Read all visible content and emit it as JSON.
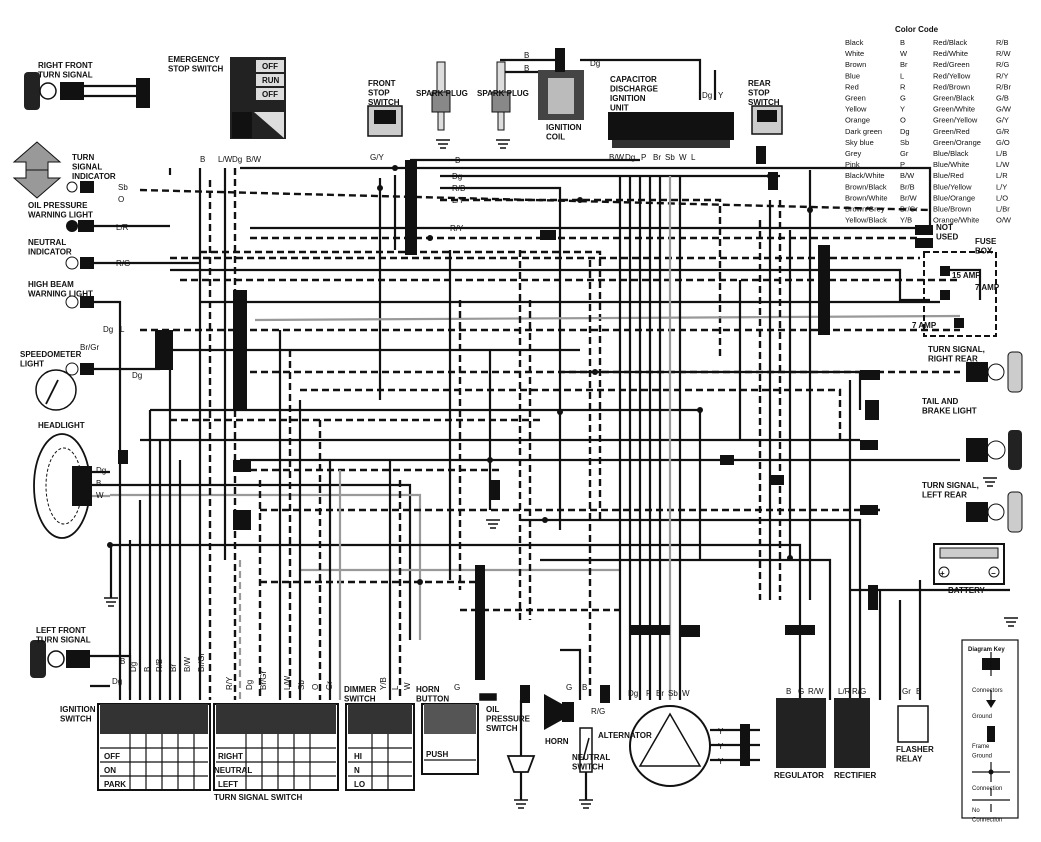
{
  "components": {
    "right_front_turn_signal": "RIGHT FRONT\nTURN SIGNAL",
    "emergency_stop_switch": "EMERGENCY\nSTOP SWITCH",
    "off": "OFF",
    "run": "RUN",
    "front_stop_switch": "FRONT\nSTOP\nSWITCH",
    "spark_plug": "SPARK PLUG",
    "ignition_coil": "IGNITION\nCOIL",
    "cdi_unit": "CAPACITOR\nDISCHARGE\nIGNITION\nUNIT",
    "rear_stop_switch": "REAR\nSTOP\nSWITCH",
    "turn_signal_indicator": "TURN\nSIGNAL\nINDICATOR",
    "oil_pressure_warning_light": "OIL PRESSURE\nWARNING LIGHT",
    "neutral_indicator": "NEUTRAL\nINDICATOR",
    "high_beam_warning_light": "HIGH BEAM\nWARNING LIGHT",
    "speedometer_light": "SPEEDOMETER\nLIGHT",
    "headlight": "HEADLIGHT",
    "not_used": "NOT\nUSED",
    "fuse_box": "FUSE\nBOX",
    "fuse_15": "15 AMP",
    "fuse_7a": "7 AMP",
    "fuse_7b": "7 AMP",
    "turn_signal_right_rear": "TURN SIGNAL,\nRIGHT REAR",
    "tail_brake_light": "TAIL AND\nBRAKE LIGHT",
    "turn_signal_left_rear": "TURN SIGNAL,\nLEFT REAR",
    "battery": "BATTERY",
    "left_front_turn_signal": "LEFT FRONT\nTURN SIGNAL",
    "ignition_switch": "IGNITION\nSWITCH",
    "turn_signal_switch": "TURN SIGNAL SWITCH",
    "dimmer_switch": "DIMMER\nSWITCH",
    "horn_button": "HORN\nBUTTON",
    "oil_pressure_switch": "OIL\nPRESSURE\nSWITCH",
    "horn": "HORN",
    "neutral_switch": "NEUTRAL\nSWITCH",
    "alternator": "ALTERNATOR",
    "regulator": "REGULATOR",
    "rectifier": "RECTIFIER",
    "flasher_relay": "FLASHER\nRELAY"
  },
  "switch_positions": {
    "ignition": [
      "OFF",
      "ON",
      "PARK"
    ],
    "turn_signal": [
      "RIGHT",
      "NEUTRAL",
      "LEFT"
    ],
    "dimmer": [
      "HI",
      "N",
      "LO"
    ],
    "horn": [
      "PUSH"
    ]
  },
  "color_code": {
    "title": "Color Code",
    "left": [
      [
        "Black",
        "B"
      ],
      [
        "White",
        "W"
      ],
      [
        "Brown",
        "Br"
      ],
      [
        "Blue",
        "L"
      ],
      [
        "Red",
        "R"
      ],
      [
        "Green",
        "G"
      ],
      [
        "Yellow",
        "Y"
      ],
      [
        "Orange",
        "O"
      ],
      [
        "Dark green",
        "Dg"
      ],
      [
        "Sky blue",
        "Sb"
      ],
      [
        "Grey",
        "Gr"
      ],
      [
        "Pink",
        "P"
      ],
      [
        "Black/White",
        "B/W"
      ],
      [
        "Brown/Black",
        "Br/B"
      ],
      [
        "Brown/White",
        "Br/W"
      ],
      [
        "Brown/Grey",
        "Br/Gr"
      ],
      [
        "Yellow/Black",
        "Y/B"
      ]
    ],
    "right": [
      [
        "Red/Black",
        "R/B"
      ],
      [
        "Red/White",
        "R/W"
      ],
      [
        "Red/Green",
        "R/G"
      ],
      [
        "Red/Yellow",
        "R/Y"
      ],
      [
        "Red/Brown",
        "R/Br"
      ],
      [
        "Green/Black",
        "G/B"
      ],
      [
        "Green/White",
        "G/W"
      ],
      [
        "Green/Yellow",
        "G/Y"
      ],
      [
        "Green/Red",
        "G/R"
      ],
      [
        "Green/Orange",
        "G/O"
      ],
      [
        "Blue/Black",
        "L/B"
      ],
      [
        "Blue/White",
        "L/W"
      ],
      [
        "Blue/Red",
        "L/R"
      ],
      [
        "Blue/Yellow",
        "L/Y"
      ],
      [
        "Blue/Orange",
        "L/O"
      ],
      [
        "Blue/Brown",
        "L/Br"
      ],
      [
        "Orange/White",
        "O/W"
      ]
    ]
  },
  "diagram_key": {
    "title": "Diagram Key",
    "items": [
      "Connectors",
      "Ground",
      "Frame\nGround",
      "Connection",
      "No\nConnection"
    ]
  },
  "wire_labels": {
    "sb": "Sb",
    "o": "O",
    "lr": "L/R",
    "rg": "R/G",
    "dg": "Dg",
    "l": "L",
    "brgr": "Br/Gr",
    "dg2": "Dg",
    "dg_head": "Dg",
    "b_head": "B",
    "w_head": "W",
    "gy": "G/Y",
    "b1": "B",
    "dg3": "Dg",
    "rb": "R/B",
    "ly": "L/Y",
    "ry": "R/Y",
    "estop_b": "B",
    "estop_lw": "L/W",
    "estop_dg": "Dg",
    "estop_bw": "B/W",
    "coil_b1": "B",
    "coil_b2": "B",
    "coil_dg": "Dg",
    "cdi_dg": "Dg",
    "cdi_y": "Y",
    "cdi_pins": [
      "B/W",
      "Dg",
      "P",
      "Br",
      "Sb",
      "W",
      "L"
    ],
    "ign_pins": [
      "Dg",
      "B",
      "R/B",
      "Br",
      "B/W",
      "Br/Gr"
    ],
    "lf_b": "B",
    "lf_dg": "Dg",
    "ts_pins": [
      "R/Y",
      "Dg",
      "Br/Gr",
      "L/W",
      "Sb",
      "O",
      "Gr"
    ],
    "dim_pins": [
      "Y/B",
      "L",
      "W"
    ],
    "horn_g": "G",
    "horn_pins": [
      "G",
      "B"
    ],
    "neutral_rg": "R/G",
    "alt_pins": [
      "Dg",
      "P",
      "Br",
      "Sb",
      "W"
    ],
    "alt_y": [
      "Y",
      "Y",
      "Y"
    ],
    "reg_pins": [
      "B",
      "G",
      "R/W"
    ],
    "rect_pins": [
      "L/R",
      "R/G"
    ],
    "flasher_pins": [
      "Gr",
      "B"
    ],
    "bat_plus": "+",
    "bat_minus": "−"
  }
}
